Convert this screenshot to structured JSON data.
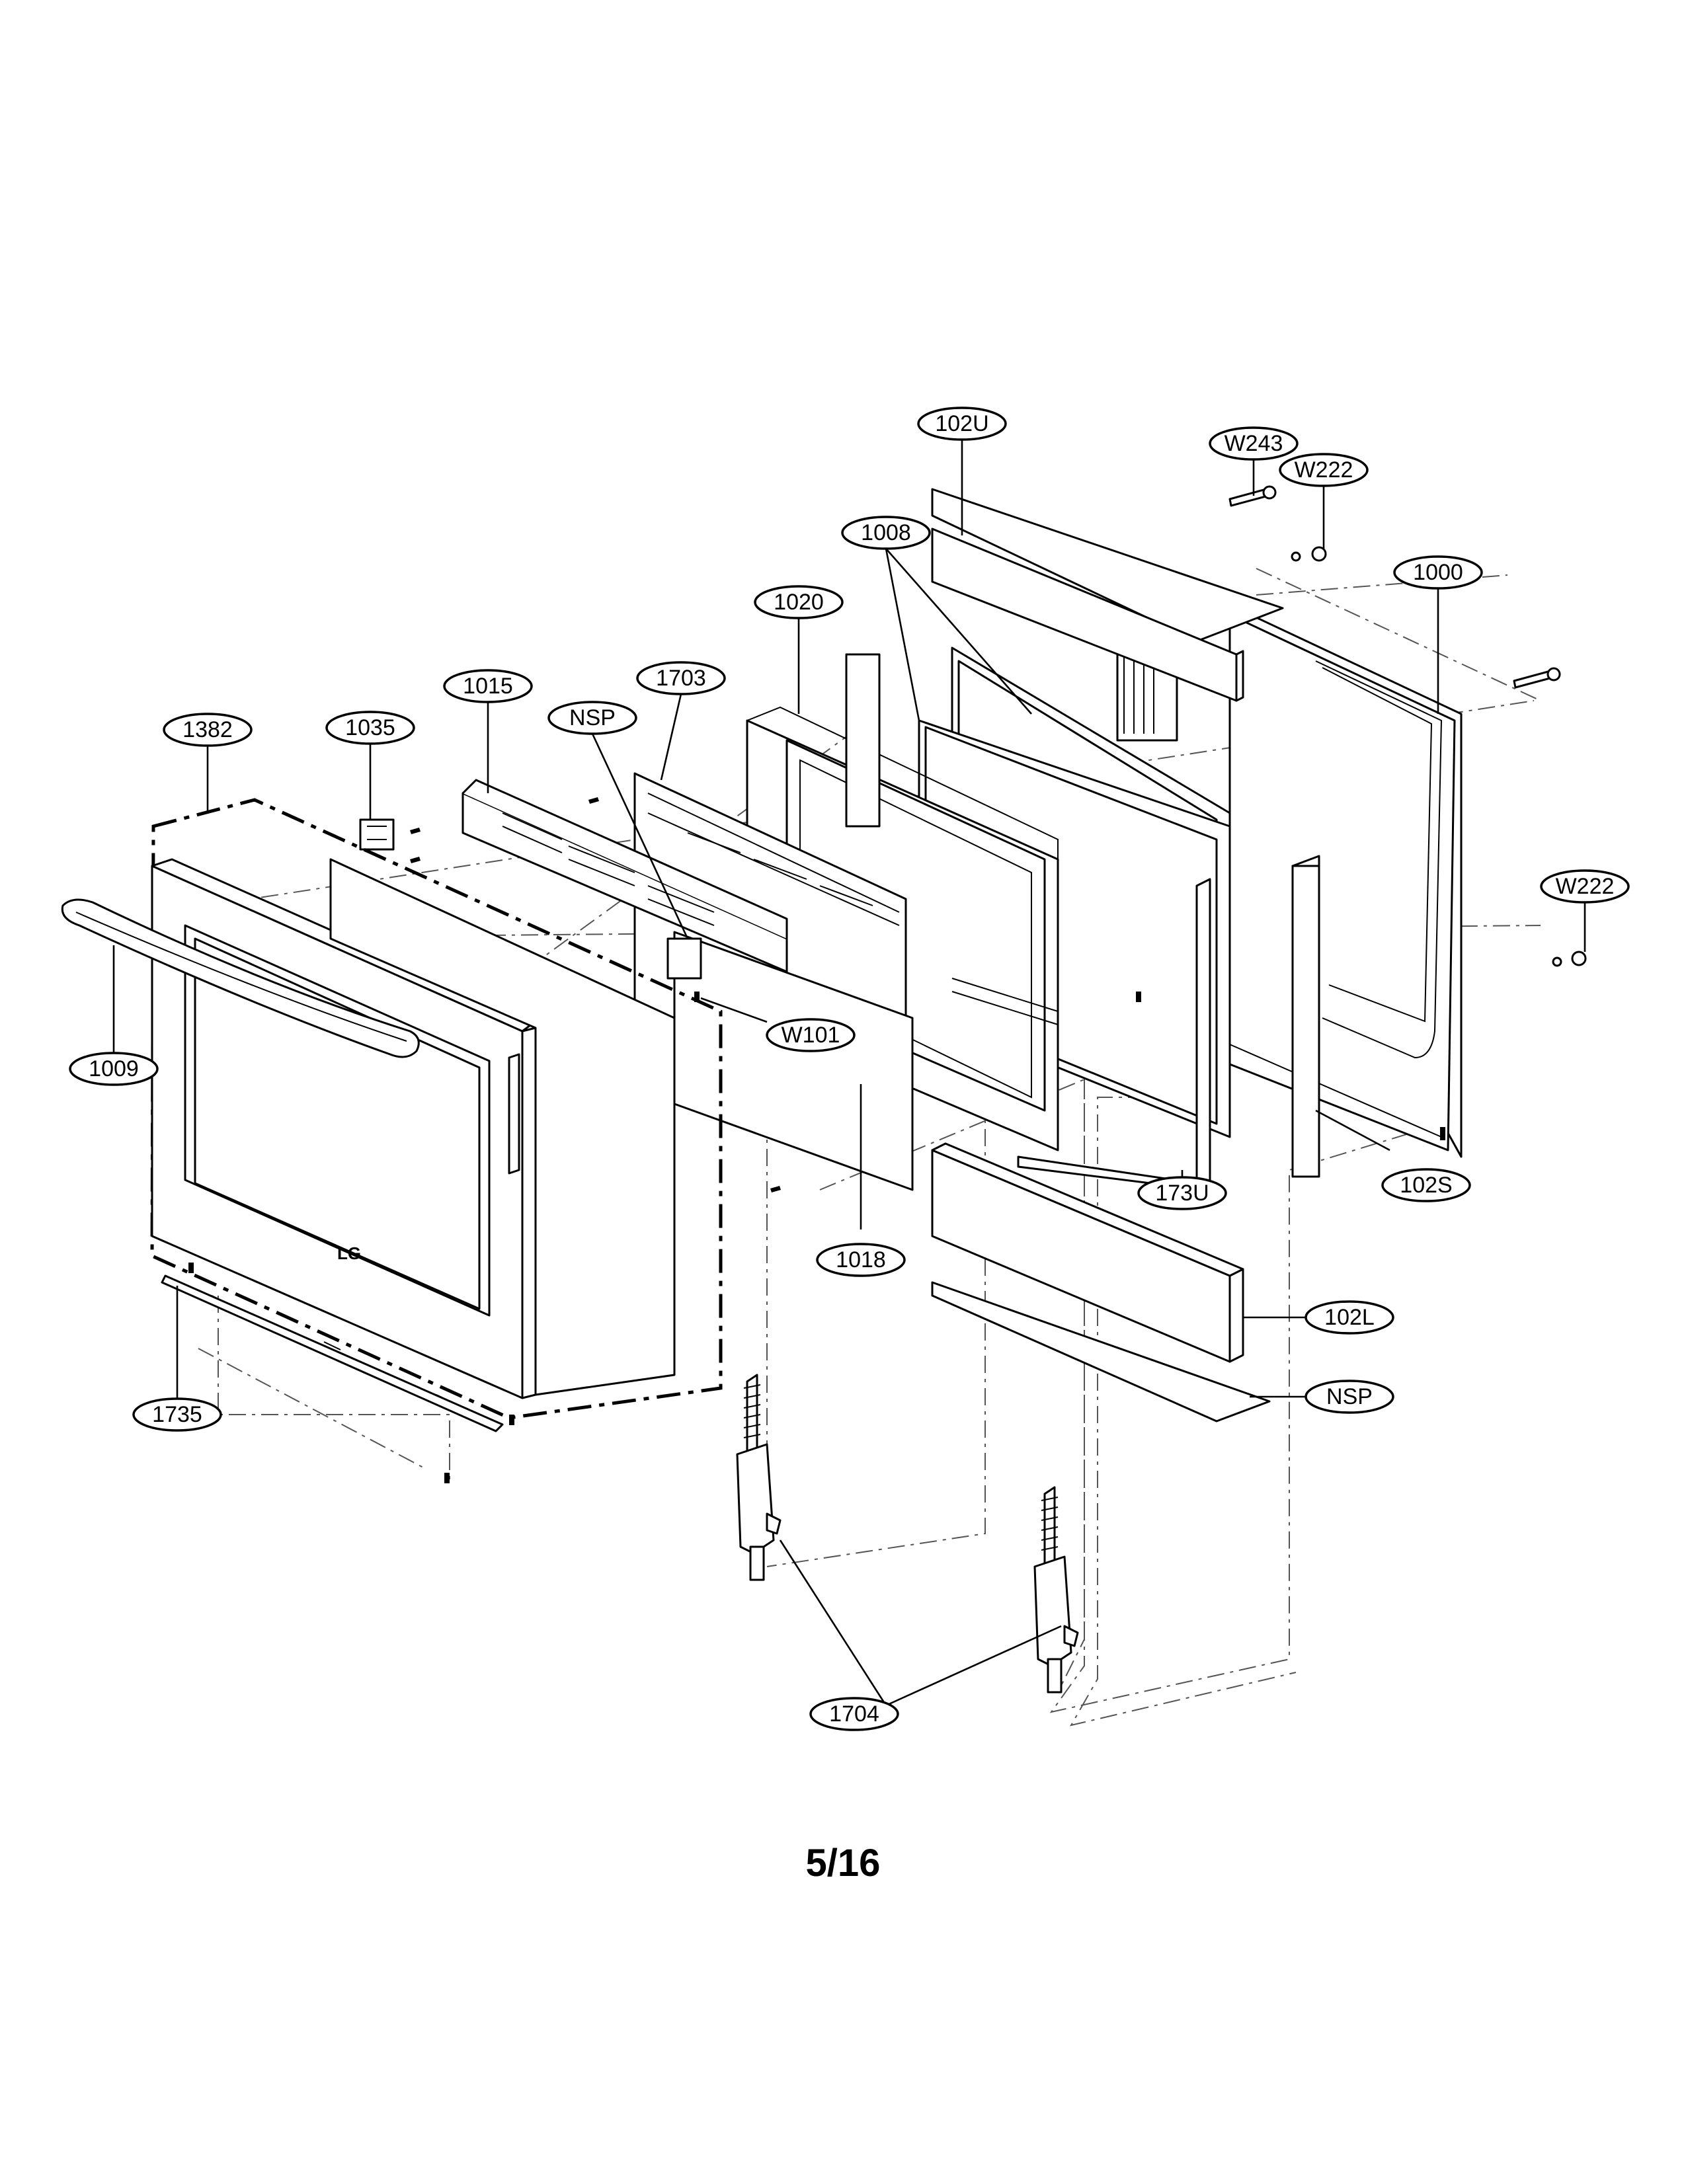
{
  "page_number": "5/16",
  "callouts": [
    {
      "id": "c-102u",
      "label": "102U"
    },
    {
      "id": "c-w243",
      "label": "W243"
    },
    {
      "id": "c-w222-top",
      "label": "W222"
    },
    {
      "id": "c-1008",
      "label": "1008"
    },
    {
      "id": "c-1000",
      "label": "1000"
    },
    {
      "id": "c-1020",
      "label": "1020"
    },
    {
      "id": "c-1015",
      "label": "1015"
    },
    {
      "id": "c-1703",
      "label": "1703"
    },
    {
      "id": "c-nsp-top",
      "label": "NSP"
    },
    {
      "id": "c-1382",
      "label": "1382"
    },
    {
      "id": "c-1035",
      "label": "1035"
    },
    {
      "id": "c-w222-right",
      "label": "W222"
    },
    {
      "id": "c-w101",
      "label": "W101"
    },
    {
      "id": "c-1009",
      "label": "1009"
    },
    {
      "id": "c-173u",
      "label": "173U"
    },
    {
      "id": "c-102s",
      "label": "102S"
    },
    {
      "id": "c-1018",
      "label": "1018"
    },
    {
      "id": "c-102l",
      "label": "102L"
    },
    {
      "id": "c-nsp-bottom",
      "label": "NSP"
    },
    {
      "id": "c-1735",
      "label": "1735"
    },
    {
      "id": "c-1704",
      "label": "1704"
    }
  ],
  "door_logo": "LG"
}
